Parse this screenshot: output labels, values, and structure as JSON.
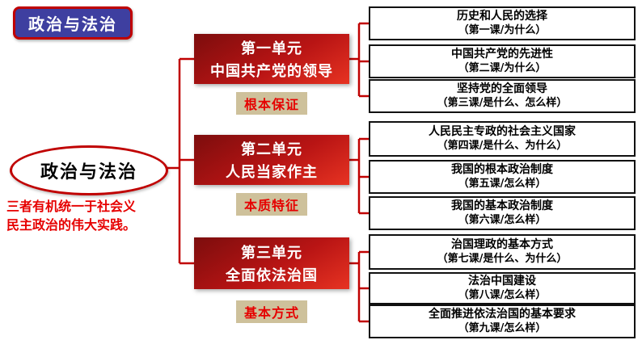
{
  "slide": {
    "badge": "政治与法治",
    "root": "政治与法治",
    "caption": [
      "三者有机统一于社会义",
      "民主政治的伟大实践。"
    ]
  },
  "units": [
    {
      "line1": "第一单元",
      "line2": "中国共产党的领导",
      "tag": "根本保证",
      "lessons": [
        {
          "line1": "历史和人民的选择",
          "line2": "（第一课/为什么）"
        },
        {
          "line1": "中国共产党的先进性",
          "line2": "（第二课/为什么）"
        },
        {
          "line1": "坚持党的全面领导",
          "line2": "（第三课/是什么、怎么样）"
        }
      ]
    },
    {
      "line1": "第二单元",
      "line2": "人民当家作主",
      "tag": "本质特征",
      "lessons": [
        {
          "line1": "人民民主专政的社会主义国家",
          "line2": "（第四课/是什么、为什么）"
        },
        {
          "line1": "我国的根本政治制度",
          "line2": "（第五课/怎么样）"
        },
        {
          "line1": "我国的基本政治制度",
          "line2": "（第六课/怎么样）"
        }
      ]
    },
    {
      "line1": "第三单元",
      "line2": "全面依法治国",
      "tag": "基本方式",
      "lessons": [
        {
          "line1": "治国理政的基本方式",
          "line2": "（第七课/是什么、为什么）"
        },
        {
          "line1": "法治中国建设",
          "line2": "（第八课/怎么样）"
        },
        {
          "line1": "全面推进依法治国的基本要求",
          "line2": "（第九课/怎么样）"
        }
      ]
    }
  ],
  "colors": {
    "accent_red": "#c00000",
    "badge_blue": "#3e3fa0",
    "unit_gradient_dark": "#7c0d0d",
    "unit_gradient_bright": "#e73322",
    "tag_background": "#cec19b",
    "caption_red": "#e60000"
  }
}
